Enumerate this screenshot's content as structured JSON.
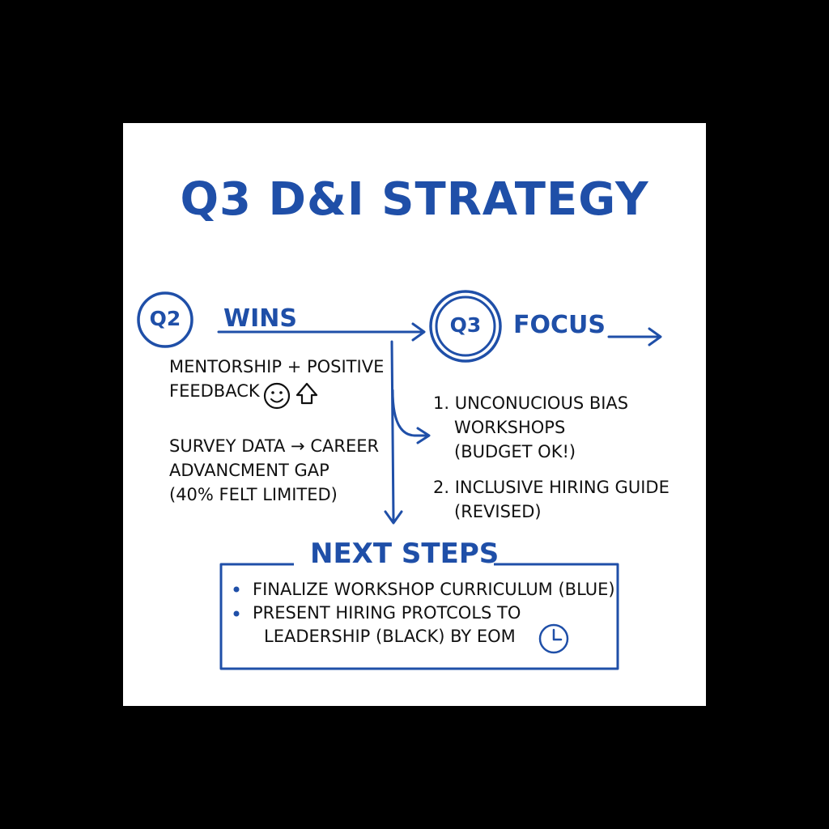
{
  "title": "Q3 D&I STRATEGY",
  "q2": {
    "badge": "Q2",
    "label": "WINS"
  },
  "q3": {
    "badge": "Q3",
    "label": "FOCUS"
  },
  "wins": {
    "mentorship_line1": "MENTORSHIP + POSITIVE",
    "mentorship_line2": "FEEDBACK",
    "survey_line1": "SURVEY DATA → CAREER",
    "survey_line2": "ADVANCMENT GAP",
    "survey_line3": "(40% FELT LIMITED)"
  },
  "focus": {
    "item1_line1": "1. UNCONUCIOUS BIAS",
    "item1_line2": "WORKSHOPS",
    "item1_line3": "(BUDGET OK!)",
    "item2_line1": "2. INCLUSIVE HIRING GUIDE",
    "item2_line2": "(REVISED)"
  },
  "next_steps": {
    "title": "NEXT STEPS",
    "item1": "FINALIZE WORKSHOP CURRICULUM (BLUE)",
    "item2_line1": "PRESENT HIRING PROTCOLS TO",
    "item2_line2": "LEADERSHIP (BLACK) BY EOM"
  },
  "icons": {
    "smiley": "smiley-face-icon",
    "up_arrow": "up-arrow-icon",
    "clock": "clock-icon"
  },
  "colors": {
    "ink_blue": "#1f4fa8",
    "ink_black": "#111111",
    "paper": "#ffffff",
    "background": "#000000"
  }
}
